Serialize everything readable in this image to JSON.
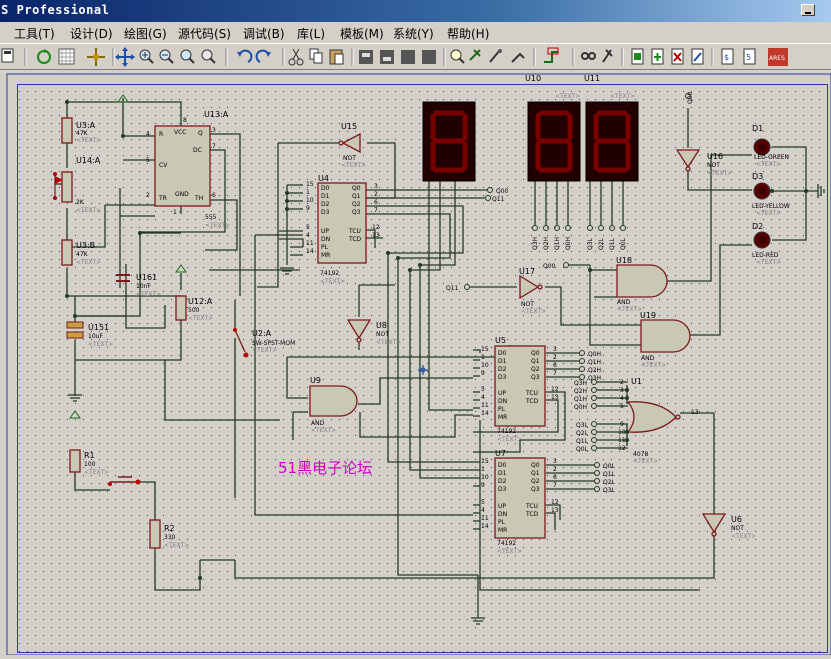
{
  "window": {
    "title": "ISIS Professional"
  },
  "menu": [
    {
      "label": "工具(T)"
    },
    {
      "label": "设计(D)"
    },
    {
      "label": "绘图(G)"
    },
    {
      "label": "源代码(S)"
    },
    {
      "label": "调试(B)"
    },
    {
      "label": "库(L)"
    },
    {
      "label": "模板(M)"
    },
    {
      "label": "系统(Y)"
    },
    {
      "label": "帮助(H)"
    }
  ],
  "toolbar": {
    "icons": [
      "save-icon",
      "refresh-icon",
      "grid-icon",
      "origin-icon",
      "pan-icon",
      "zoom-in-icon",
      "zoom-out-icon",
      "zoom-all-icon",
      "zoom-area-icon",
      "undo-icon",
      "redo-icon",
      "cut-icon",
      "copy-icon",
      "paste-icon",
      "block-copy-icon",
      "block-move-icon",
      "block-rotate-icon",
      "block-delete-icon",
      "pick-device-icon",
      "make-device-icon",
      "packaging-icon",
      "decompose-icon",
      "wire-autorouter-icon",
      "search-tag-icon",
      "property-assign-icon",
      "design-explorer-icon",
      "new-sheet-icon",
      "remove-sheet-icon",
      "exit-parent-icon",
      "bom-icon",
      "erc-icon",
      "ares-icon"
    ],
    "ares_label": "ARES"
  },
  "schematic": {
    "watermark": "51黑电子论坛",
    "text_placeholder": "<TEXT>",
    "labels": {
      "u3a": "U3:A",
      "u3a_val": "47K",
      "u14a": "U14:A",
      "u14a_val": "2K",
      "u3b": "U3:B",
      "u3b_val": "47K",
      "u13a": "U13:A",
      "u13_part": "555",
      "u151": "U151",
      "u151_val": "10uF",
      "u161": "U161",
      "u161_val": "10nF",
      "u12a": "U12:A",
      "u12a_val": "500",
      "u2a": "U2:A",
      "u2a_part": "SW-SPST-MOM",
      "r1": "R1",
      "r1_val": "100",
      "r2": "R2",
      "r2_val": "330",
      "u15": "U15",
      "u8": "U8",
      "u17": "U17",
      "u16": "U16",
      "u6": "U6",
      "not": "NOT",
      "u4": "U4",
      "u5": "U5",
      "u7": "U7",
      "ic_part": "74192",
      "u9": "U9",
      "u18": "U18",
      "u19": "U19",
      "and": "AND",
      "u1": "U1",
      "u1_part": "4078",
      "u10": "U10",
      "u11": "U11",
      "d1": "D1",
      "d1_val": "LED-GREEN",
      "d3": "D3",
      "d3_val": "LED-YELLOW",
      "d2": "D2",
      "d2_val": "LED-RED",
      "q00": "Q00",
      "q11": "Q11",
      "ua_pin1": "1",
      "ua_pin13": "13"
    },
    "ic_pins_left": [
      "D0",
      "D1",
      "D2",
      "D3",
      "UP",
      "DN",
      "PL",
      "MR"
    ],
    "ic_pins_left_num": [
      "15",
      "1",
      "10",
      "9",
      "5",
      "4",
      "11",
      "14"
    ],
    "ic_pins_right": [
      "Q0",
      "Q1",
      "Q2",
      "Q3",
      "TCU",
      "TCD"
    ],
    "ic_pins_right_num": [
      "3",
      "2",
      "6",
      "7",
      "12",
      "13"
    ],
    "u5_outputs": [
      "Q0H",
      "Q1H",
      "Q2H",
      "Q3H"
    ],
    "u7_outputs": [
      "Q0L",
      "Q1L",
      "Q2L",
      "Q3L"
    ],
    "u1_inputs": [
      "Q3H",
      "Q2H",
      "Q1H",
      "Q0H",
      "Q3L",
      "Q2L",
      "Q1L",
      "Q0L"
    ],
    "u1_pins": [
      "2",
      "3",
      "4",
      "5",
      "9",
      "10",
      "11",
      "12"
    ],
    "u10_pins": [
      "Q3H",
      "Q2H",
      "Q1H",
      "Q0H"
    ],
    "u11_pins": [
      "Q3L",
      "Q2L",
      "Q1L",
      "Q0L"
    ],
    "u13_pins": {
      "r": "R",
      "vcc": "VCC",
      "dc": "DC",
      "q": "Q",
      "cv": "CV",
      "tr": "TR",
      "gnd": "GND",
      "th": "TH",
      "n4": "4",
      "n8": "8",
      "n3": "3",
      "n7": "7",
      "n5": "5",
      "n2": "2",
      "n1": "1",
      "n6": "6"
    }
  }
}
